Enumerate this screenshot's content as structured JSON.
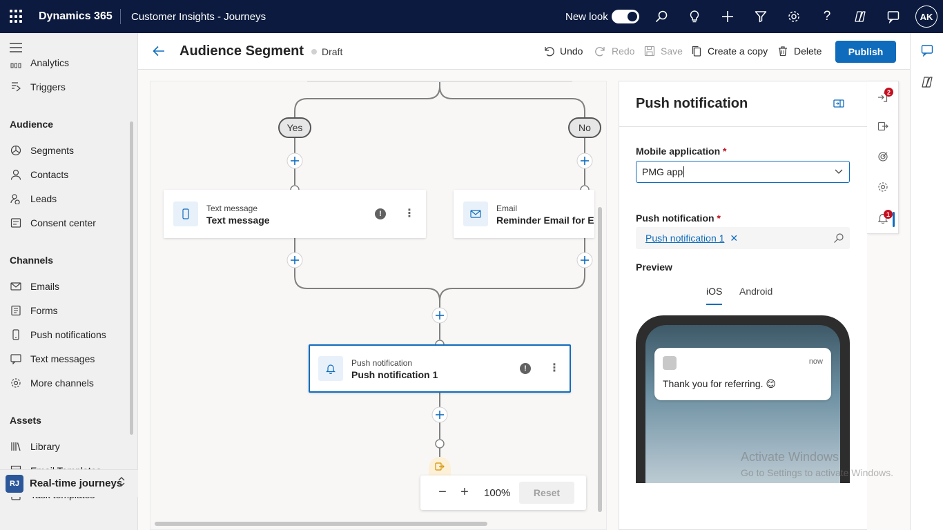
{
  "topbar": {
    "brand": "Dynamics 365",
    "app_name": "Customer Insights - Journeys",
    "new_look_label": "New look",
    "avatar_initials": "AK"
  },
  "nav": {
    "items_top": [
      {
        "label": "Analytics",
        "icon": "analytics-icon"
      },
      {
        "label": "Triggers",
        "icon": "triggers-icon"
      }
    ],
    "sections": [
      {
        "heading": "Audience",
        "items": [
          {
            "label": "Segments",
            "icon": "segments-icon"
          },
          {
            "label": "Contacts",
            "icon": "contacts-icon"
          },
          {
            "label": "Leads",
            "icon": "leads-icon"
          },
          {
            "label": "Consent center",
            "icon": "consent-icon"
          }
        ]
      },
      {
        "heading": "Channels",
        "items": [
          {
            "label": "Emails",
            "icon": "mail-icon"
          },
          {
            "label": "Forms",
            "icon": "form-icon"
          },
          {
            "label": "Push notifications",
            "icon": "phone-icon"
          },
          {
            "label": "Text messages",
            "icon": "chat-icon"
          },
          {
            "label": "More channels",
            "icon": "gear-icon"
          }
        ]
      },
      {
        "heading": "Assets",
        "items": [
          {
            "label": "Library",
            "icon": "library-icon"
          },
          {
            "label": "Email Templates",
            "icon": "template-icon"
          },
          {
            "label": "Task templates",
            "icon": "task-icon"
          }
        ]
      }
    ],
    "area": {
      "initials": "RJ",
      "label": "Real-time journeys"
    }
  },
  "command": {
    "title": "Audience Segment",
    "status": "Draft",
    "undo": "Undo",
    "redo": "Redo",
    "save": "Save",
    "copy": "Create a copy",
    "delete": "Delete",
    "publish": "Publish"
  },
  "canvas": {
    "branch_yes": "Yes",
    "branch_no": "No",
    "tiles": [
      {
        "type": "Text message",
        "name": "Text message"
      },
      {
        "type": "Email",
        "name": "Reminder Email for Eve"
      },
      {
        "type": "Push notification",
        "name": "Push notification 1"
      }
    ],
    "zoom": "100%",
    "reset": "Reset"
  },
  "panel": {
    "title": "Push notification",
    "mobile_app_label": "Mobile application",
    "required_mark": "*",
    "mobile_app_value": "PMG app",
    "push_label": "Push notification",
    "push_value": "Push notification 1",
    "remove_mark": "✕",
    "preview_label": "Preview",
    "tab_ios": "iOS",
    "tab_android": "Android",
    "notif_time": "now",
    "notif_message": "Thank you for referring. 😊"
  },
  "panel_rail": {
    "badge_top": "2",
    "badge_bottom": "1"
  },
  "watermark": {
    "line1": "Activate Windows",
    "line2": "Go to Settings to activate Windows."
  },
  "colors": {
    "topbar": "#0b1a3e",
    "accent": "#0f6cbd",
    "badge": "#c50f1f"
  }
}
